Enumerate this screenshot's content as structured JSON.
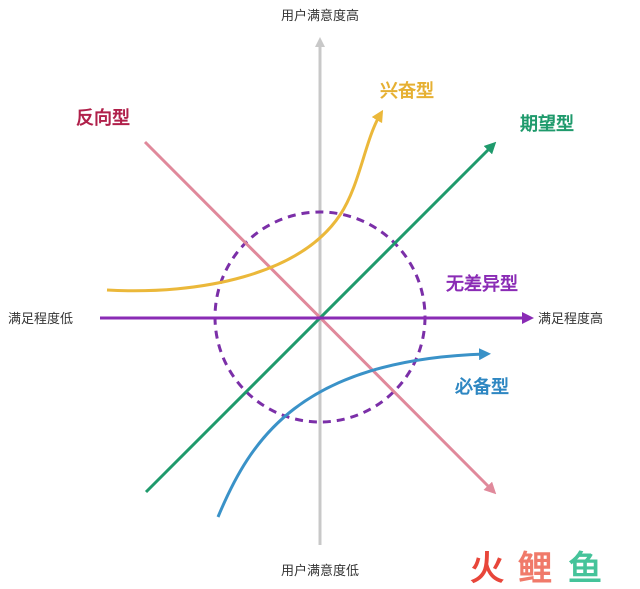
{
  "axes": {
    "top_label": "用户满意度高",
    "bottom_label": "用户满意度低",
    "left_label": "满足程度低",
    "right_label": "满足程度高"
  },
  "curves": {
    "reverse": {
      "label": "反向型",
      "color": "#b0204a",
      "line_color": "#e0899b"
    },
    "exciting": {
      "label": "兴奋型",
      "color": "#e6b032",
      "line_color": "#ebb83a"
    },
    "expected": {
      "label": "期望型",
      "color": "#1f9a6c",
      "line_color": "#1f9a6c"
    },
    "indifferent": {
      "label": "无差异型",
      "color": "#8a2bb5",
      "line_color": "#8a2bb5"
    },
    "must_be": {
      "label": "必备型",
      "color": "#2e87c2",
      "line_color": "#3a92c8"
    }
  },
  "watermark": {
    "char1": "火",
    "char2": "鲤",
    "char3": "鱼",
    "color1": "#e8463a",
    "color2": "#f07a6a",
    "color3": "#45c39a"
  }
}
